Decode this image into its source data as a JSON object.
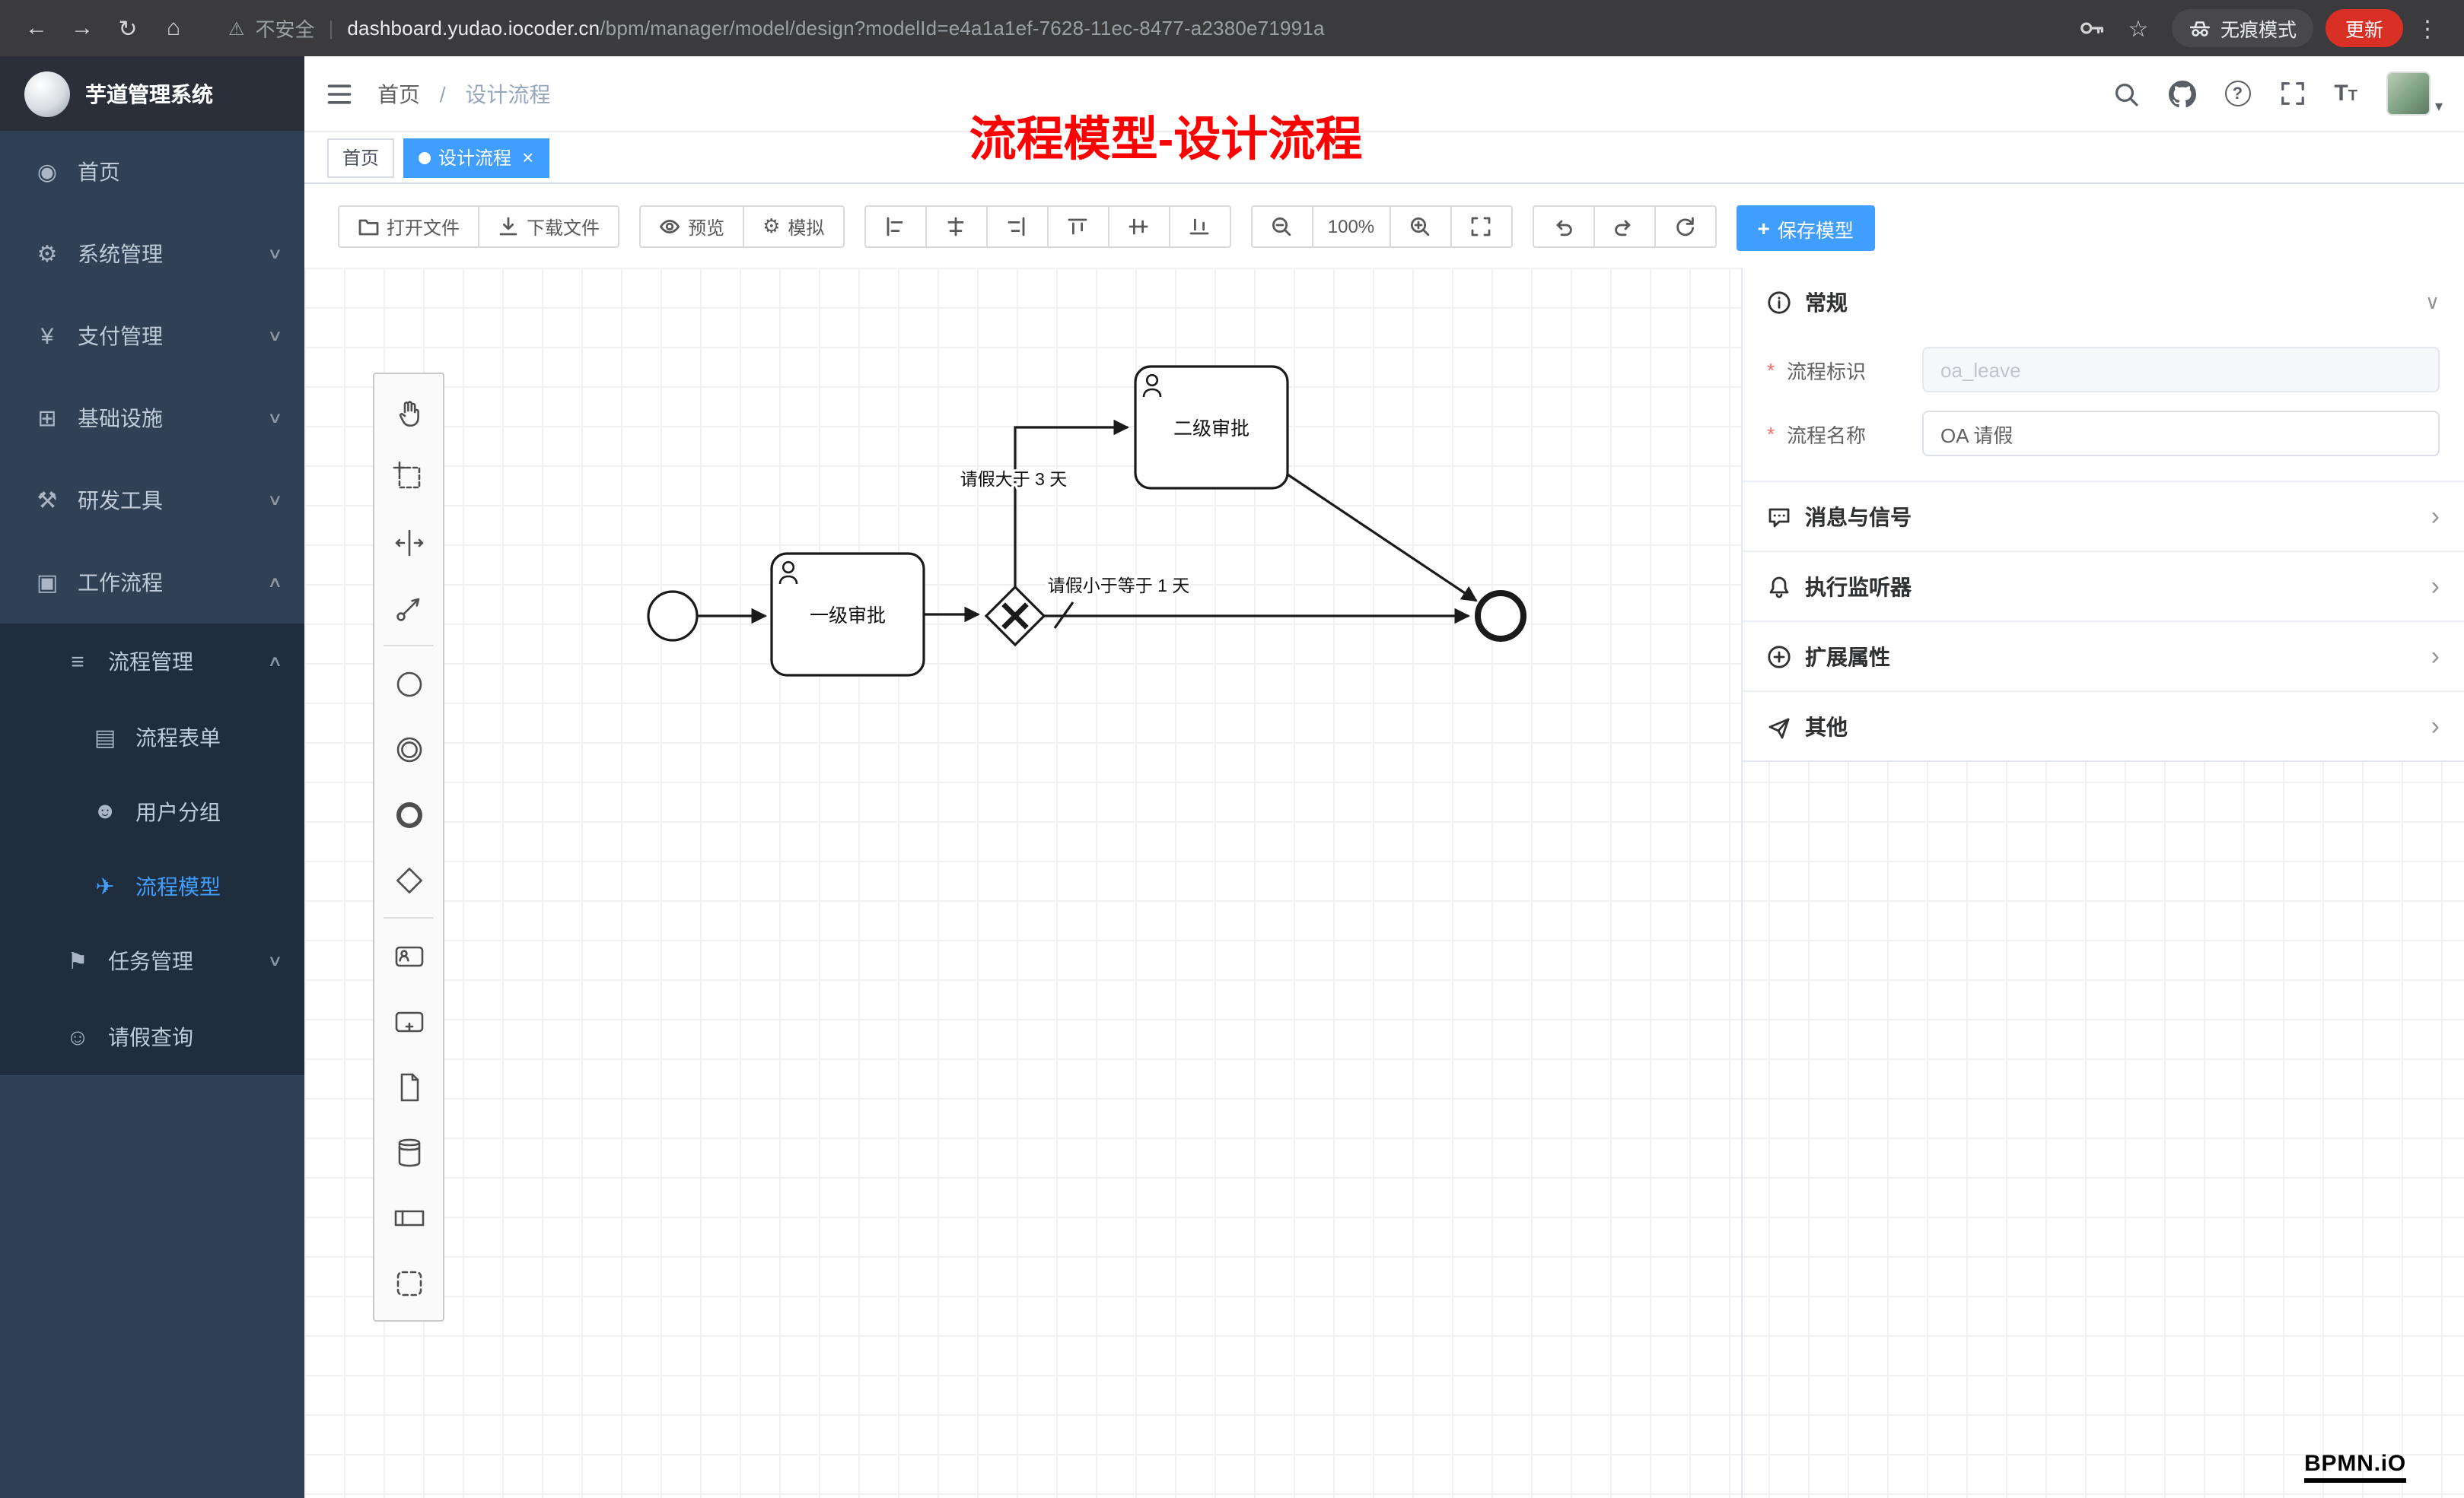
{
  "colors": {
    "accent": "#409eff",
    "sidebar_bg": "#304156",
    "submenu_bg": "#1f2d3d",
    "annotation_red": "#ff0000",
    "update_button": "#d93025"
  },
  "browser": {
    "security_label": "不安全",
    "url_domain": "dashboard.yudao.iocoder.cn",
    "url_path": "/bpm/manager/model/design?modelId=e4a1a1ef-7628-11ec-8477-a2380e71991a",
    "incognito_label": "无痕模式",
    "update_label": "更新"
  },
  "glyphs": {
    "back": "←",
    "forward": "→",
    "reload": "↻",
    "home": "⌂",
    "warning": "⚠",
    "pipe": "|",
    "star": "☆",
    "dots": "⋮",
    "chevron_down": "∨",
    "chevron_up": "∧",
    "chevron_right": "›",
    "close": "×",
    "plus": "+",
    "asterisk": "*",
    "crumb_sep": "/",
    "caret_down": "▾",
    "question": "?",
    "gear": "⚙",
    "font_large": "T",
    "font_small": "T"
  },
  "sidebar": {
    "logo_title": "芋道管理系统",
    "items": [
      {
        "label": "首页",
        "glyph": "◉"
      },
      {
        "label": "系统管理",
        "glyph": "⚙"
      },
      {
        "label": "支付管理",
        "glyph": "¥"
      },
      {
        "label": "基础设施",
        "glyph": "⊞"
      },
      {
        "label": "研发工具",
        "glyph": "⚒"
      },
      {
        "label": "工作流程",
        "glyph": "▣"
      },
      {
        "label": "流程管理",
        "glyph": "≡"
      },
      {
        "label": "流程表单",
        "glyph": "▤"
      },
      {
        "label": "用户分组",
        "glyph": "☻"
      },
      {
        "label": "流程模型",
        "glyph": "✈"
      },
      {
        "label": "任务管理",
        "glyph": "⚑"
      },
      {
        "label": "请假查询",
        "glyph": "☺"
      }
    ]
  },
  "header": {
    "breadcrumb_home": "首页",
    "breadcrumb_current": "设计流程",
    "annotation": "流程模型-设计流程"
  },
  "tabs": [
    {
      "label": "首页"
    },
    {
      "label": "设计流程"
    }
  ],
  "toolbar": {
    "open_file": "打开文件",
    "download_file": "下载文件",
    "preview": "预览",
    "simulate": "模拟",
    "zoom_level": "100%",
    "save_model": "保存模型"
  },
  "panel": {
    "sections": [
      {
        "title": "常规"
      },
      {
        "title": "消息与信号"
      },
      {
        "title": "执行监听器"
      },
      {
        "title": "扩展属性"
      },
      {
        "title": "其他"
      }
    ],
    "fields": [
      {
        "label": "流程标识",
        "value": "oa_leave"
      },
      {
        "label": "流程名称",
        "value": "OA 请假"
      }
    ]
  },
  "diagram": {
    "task1": "一级审批",
    "task2": "二级审批",
    "condition_upper": "请假大于 3 天",
    "condition_lower": "请假小于等于 1 天"
  },
  "watermark": "BPMN.iO"
}
